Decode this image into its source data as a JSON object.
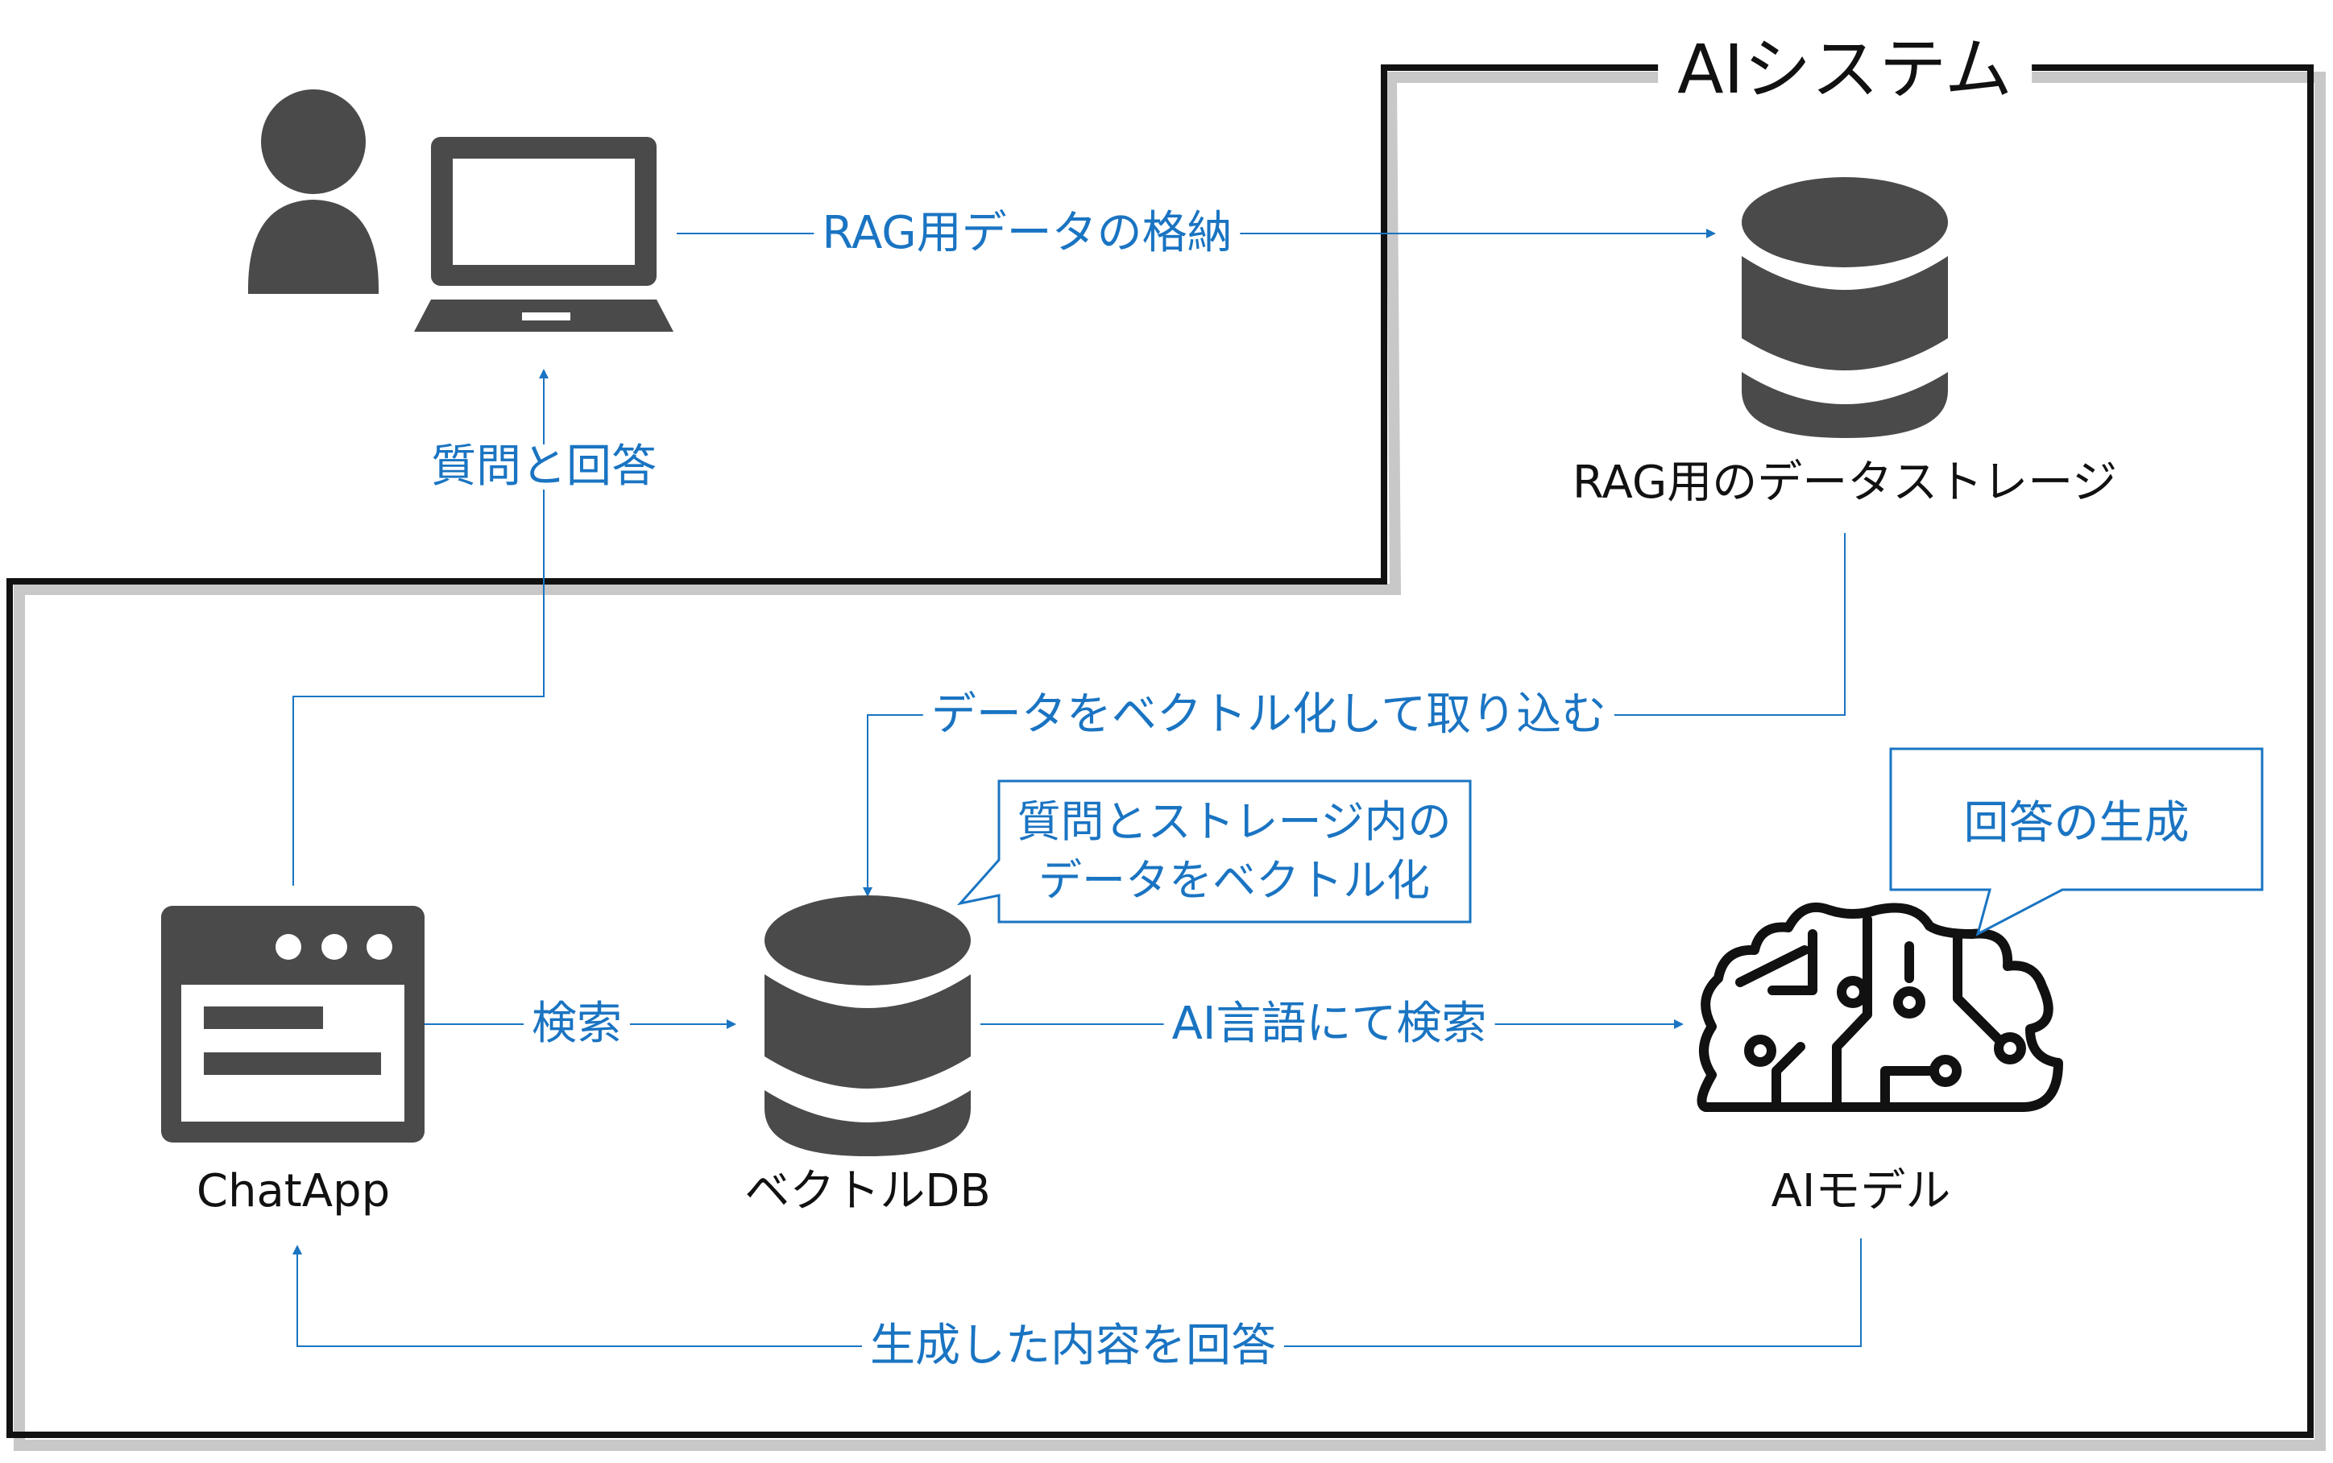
{
  "system": {
    "title": "AIシステム"
  },
  "nodes": {
    "user": {
      "icon": "user-icon"
    },
    "laptop": {
      "icon": "laptop-icon"
    },
    "storage": {
      "label": "RAG用のデータストレージ",
      "icon": "database-icon"
    },
    "chatapp": {
      "label": "ChatApp",
      "icon": "app-window-icon"
    },
    "vectordb": {
      "label": "ベクトルDB",
      "icon": "database-icon"
    },
    "aimodel": {
      "label": "AIモデル",
      "icon": "brain-circuit-icon"
    }
  },
  "edges": {
    "store": "RAG用データの格納",
    "qa": "質問と回答",
    "vectorize": "データをベクトル化して取り込む",
    "search": "検索",
    "ai_search": "AI言語にて検索",
    "answer": "生成した内容を回答"
  },
  "callouts": {
    "vectorize_note": "質問とストレージ内のデータをベクトル化",
    "generate_note": "回答の生成"
  },
  "colors": {
    "accent": "#1a74c2",
    "icon": "#4a4a4a",
    "frame": "#111111"
  }
}
